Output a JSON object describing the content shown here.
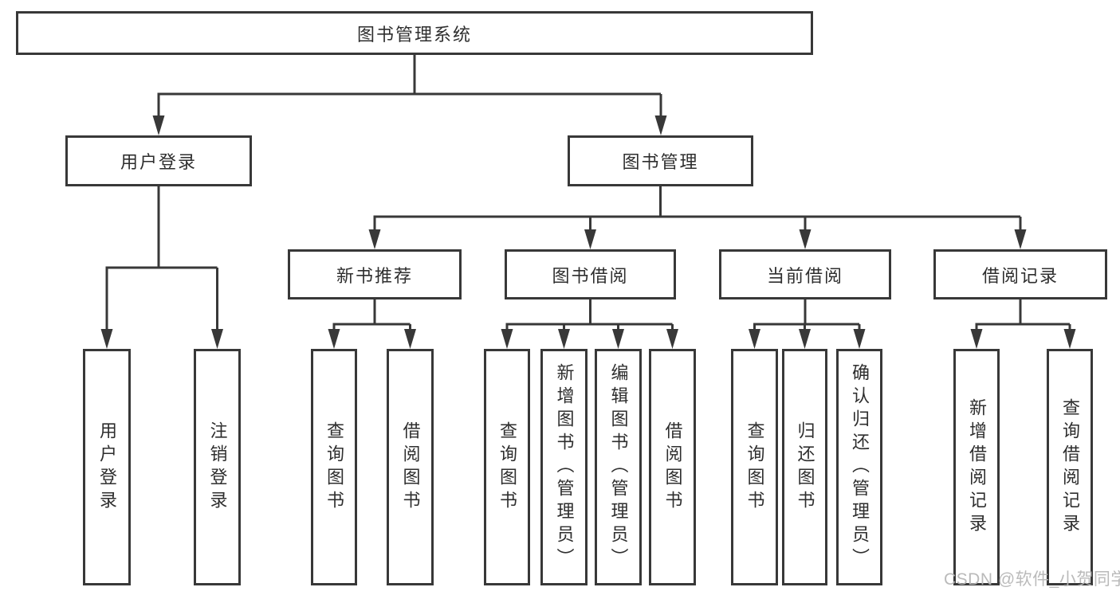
{
  "diagram": {
    "root_label": "图书管理系统",
    "level2": {
      "user_login": "用户登录",
      "book_management": "图书管理"
    },
    "level3": {
      "new_book_recommendation": "新书推荐",
      "book_borrowing": "图书借阅",
      "current_borrowing": "当前借阅",
      "borrowing_records": "借阅记录"
    },
    "leaves": {
      "user_login": "用户登录",
      "logout": "注销登录",
      "recommend_query_books": "查询图书",
      "recommend_borrow_books": "借阅图书",
      "borrowing_query_books": "查询图书",
      "borrowing_add_books_admin": "新增图书（管理员）",
      "borrowing_edit_books_admin": "编辑图书（管理员）",
      "borrowing_borrow_books": "借阅图书",
      "current_query_books": "查询图书",
      "current_return_books": "归还图书",
      "current_confirm_return_admin": "确认归还（管理员）",
      "records_add_record": "新增借阅记录",
      "records_query_record": "查询借阅记录"
    },
    "watermark": "CSDN @软件_小贺同学",
    "colors": {
      "line": "#383838",
      "box_border": "#383838",
      "text": "#2e2e2e",
      "background": "#ffffff",
      "watermark": "#b6b6b6"
    }
  }
}
